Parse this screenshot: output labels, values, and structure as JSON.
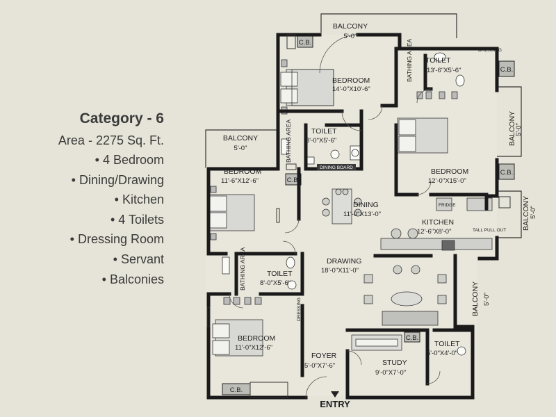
{
  "info": {
    "category": "Category - 6",
    "area": "Area - 2275 Sq. Ft.",
    "features": [
      "• 4 Bedroom",
      "• Dining/Drawing",
      "• Kitchen",
      "• 4 Toilets",
      "• Dressing Room",
      "• Servant",
      "• Balconies"
    ]
  },
  "rooms": {
    "balcony_top": {
      "name": "BALCONY",
      "dim": "5'-0\""
    },
    "bedroom1": {
      "name": "BEDROOM",
      "dim": "14'-0\"X10'-6\""
    },
    "toilet1": {
      "name": "TOILET",
      "dim": "13'-6\"X5'-6\""
    },
    "bathing_area1": "BATHING AREA",
    "dressing1": "DRESSING",
    "balcony_left": {
      "name": "BALCONY",
      "dim": "5'-0\""
    },
    "toilet2": {
      "name": "TOILET",
      "dim": "8'-0\"X5'-6\""
    },
    "bathing_area2": "BATHING AREA",
    "dining_board": "DINING BOARD",
    "bedroom2": {
      "name": "BEDROOM",
      "dim": "12'-0\"X15'-0\""
    },
    "balcony_right1": {
      "name": "BALCONY",
      "dim": "5'-0\""
    },
    "bedroom3": {
      "name": "BEDROOM",
      "dim": "11'-6\"X12'-6\""
    },
    "dining": {
      "name": "DINING",
      "dim": "11'-0\"X13'-0\""
    },
    "fridge": "FRIDGE",
    "kitchen": {
      "name": "KITCHEN",
      "dim": "12'-6\"X8'-0\""
    },
    "tall_pull_out": "TALL PULL OUT",
    "balcony_right2": {
      "name": "BALCONY",
      "dim": "5'-0\""
    },
    "toilet3": {
      "name": "TOILET",
      "dim": "8'-0\"X5'-6\""
    },
    "bathing_area3": "BATHING AREA",
    "drawing": {
      "name": "DRAWING",
      "dim": "18'-0\"X11'-0\""
    },
    "balcony_right3": {
      "name": "BALCONY",
      "dim": "5'-0\""
    },
    "dressing2": "DRESSING",
    "bedroom4": {
      "name": "BEDROOM",
      "dim": "11'-0\"X12'-6\""
    },
    "foyer": {
      "name": "FOYER",
      "dim": "5'-0\"X7'-6\""
    },
    "study": {
      "name": "STUDY",
      "dim": "9'-0\"X7'-0\""
    },
    "toilet4": {
      "name": "TOILET",
      "dim": "5'-0\"X4'-0\""
    }
  },
  "cb_label": "C.B.",
  "entry": "ENTRY",
  "colors": {
    "background": "#e6e4d8",
    "wall": "#1a1a1a",
    "floor": "#e9e7dc",
    "furniture": "#c9c9c5",
    "text": "#3a3a3a"
  }
}
